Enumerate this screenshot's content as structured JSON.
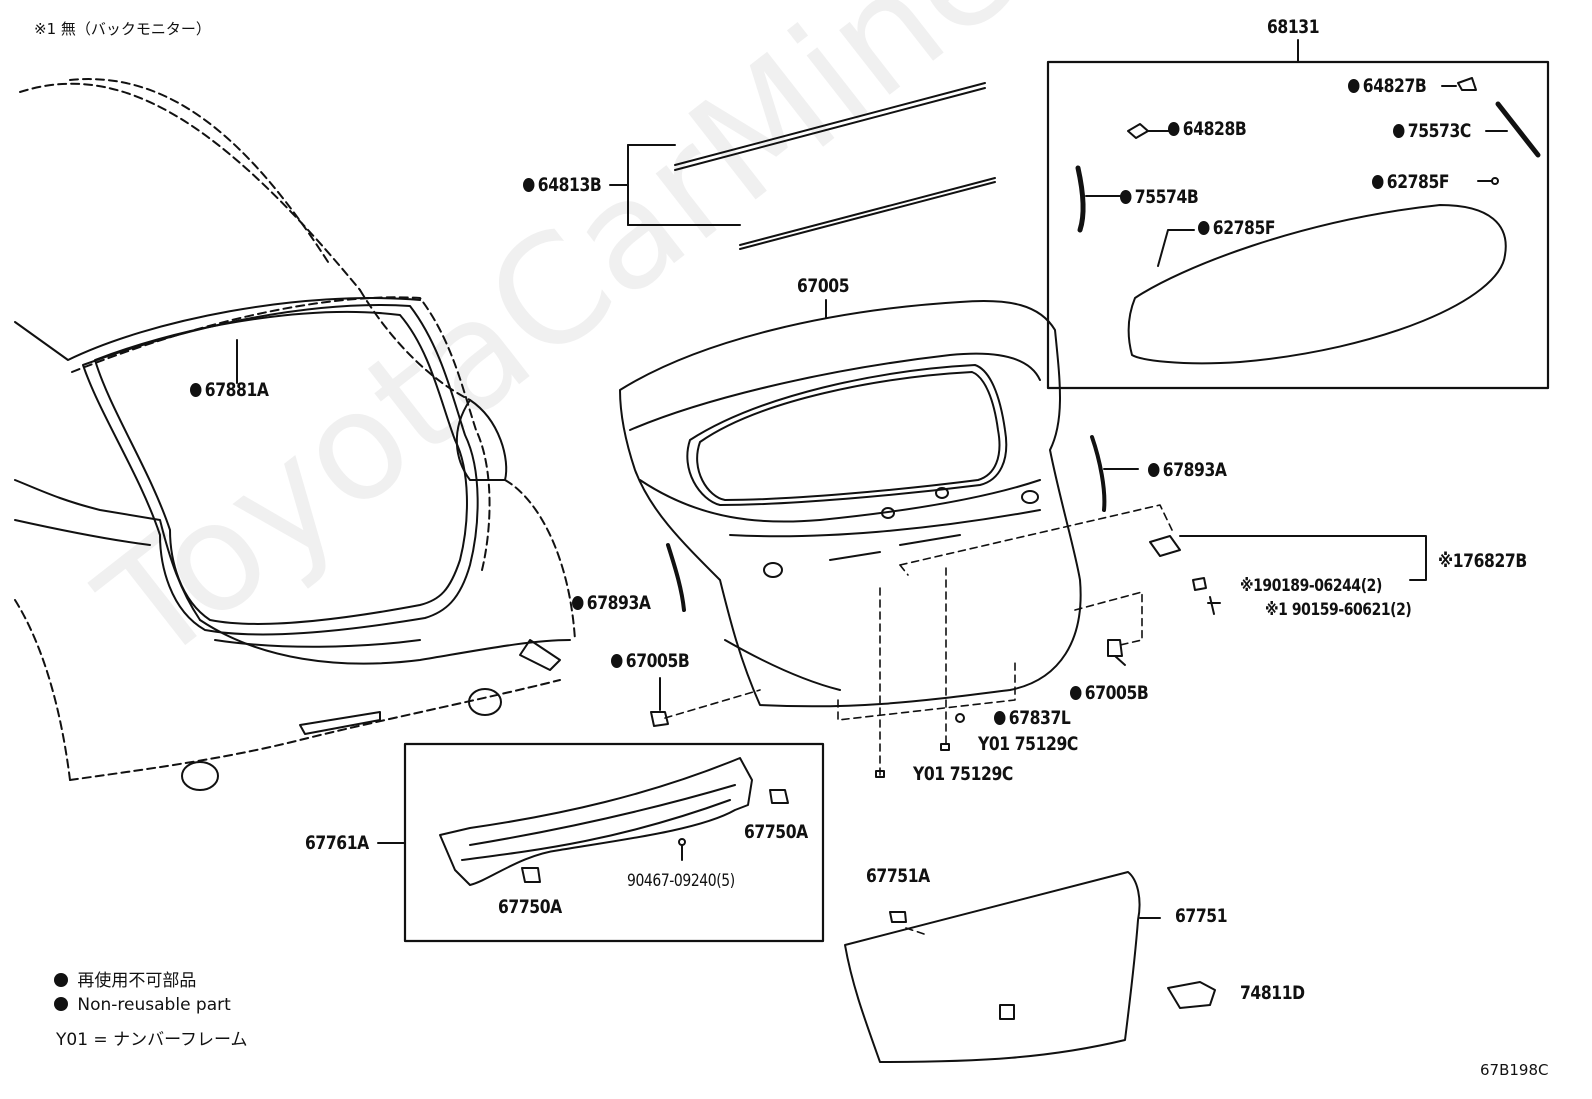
{
  "header_note": "※1 無（バックモニター）",
  "watermark": "ToyotaCarMine.ru",
  "diagram_code": "67B198C",
  "legend": {
    "line1": "再使用不可部品",
    "line2": "Non-reusable part",
    "line3": "Y01 = ナンバーフレーム"
  },
  "callouts": {
    "p68131": "68131",
    "p64827B": "64827B",
    "p64828B": "64828B",
    "p75573C": "75573C",
    "p62785F_a": "62785F",
    "p75574B": "75574B",
    "p62785F_b": "62785F",
    "p64813B": "64813B",
    "p67005": "67005",
    "p67881A": "67881A",
    "p67893A_r": "67893A",
    "p67893A_l": "67893A",
    "p76827B": "76827B",
    "p90189": "90189-06244(2)",
    "p90159": "90159-60621(2)",
    "p67005B_l": "67005B",
    "p67005B_r": "67005B",
    "p67837L": "67837L",
    "p75129C_a": "Y01 75129C",
    "p75129C_b": "Y01 75129C",
    "p67761A": "67761A",
    "p67750A_r": "67750A",
    "p67750A_l": "67750A",
    "p90467": "90467-09240(5)",
    "p67751A": "67751A",
    "p67751": "67751",
    "p74811D": "74811D"
  },
  "marks": {
    "non_reusable": "●",
    "ref1": "※1"
  }
}
